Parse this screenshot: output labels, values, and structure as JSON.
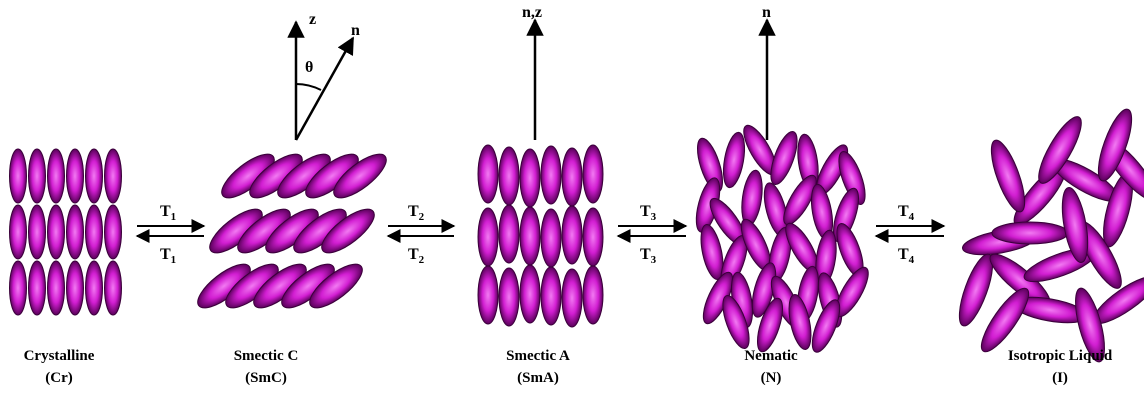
{
  "phases": [
    {
      "id": "cr",
      "name": "Crystalline",
      "abbr": "(Cr)"
    },
    {
      "id": "smc",
      "name": "Smectic C",
      "abbr": "(SmC)"
    },
    {
      "id": "sma",
      "name": "Smectic A",
      "abbr": "(SmA)"
    },
    {
      "id": "n",
      "name": "Nematic",
      "abbr": "(N)"
    },
    {
      "id": "iso",
      "name": "Isotropic Liquid",
      "abbr": "(I)"
    }
  ],
  "transitions": [
    {
      "id": "t1",
      "base": "T",
      "sub": "1"
    },
    {
      "id": "t2",
      "base": "T",
      "sub": "2"
    },
    {
      "id": "t3",
      "base": "T",
      "sub": "3"
    },
    {
      "id": "t4",
      "base": "T",
      "sub": "4"
    }
  ],
  "axes": {
    "smc": {
      "z_label": "z",
      "n_label": "n",
      "angle_label": "θ"
    },
    "sma": {
      "label": "n,z"
    },
    "n": {
      "label": "n"
    }
  },
  "colors": {
    "molecule_core": "#f060f0",
    "molecule_mid": "#c000c0",
    "molecule_edge": "#400040",
    "ink": "#000000"
  }
}
